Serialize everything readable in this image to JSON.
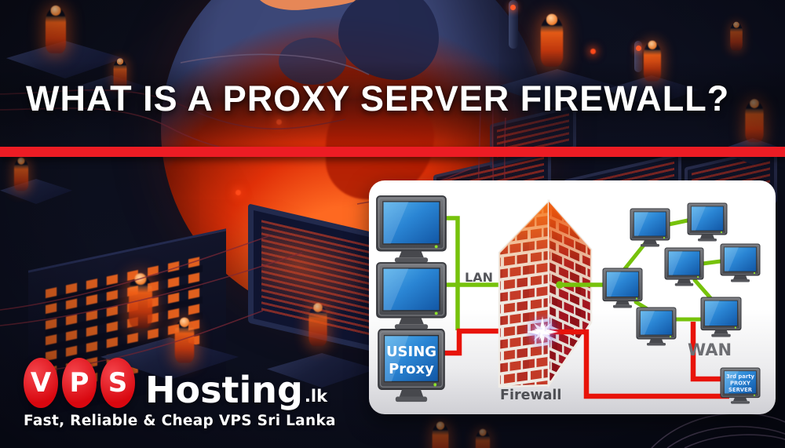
{
  "banner": {
    "title": "WHAT IS A PROXY SERVER FIREWALL?"
  },
  "diagram": {
    "lan_label": "LAN",
    "wan_label": "WAN",
    "firewall_label": "Firewall",
    "client_screen": {
      "line1": "USING",
      "line2": "Proxy"
    },
    "proxy_server_screen": {
      "line1": "3rd party",
      "line2": "PROXY",
      "line3": "SERVER"
    }
  },
  "logo": {
    "badge_letters": [
      "V",
      "P",
      "S"
    ],
    "name": "Hosting",
    "tld": ".lk",
    "tagline": "Fast, Reliable & Cheap VPS Sri Lanka"
  },
  "colors": {
    "accent_stripe": "#ec1c24",
    "allowed_line_green": "#76c20b",
    "blocked_line_red": "#e81309",
    "logo_badge_red": "#d8070f",
    "firewall_brick_orange": "#f77416",
    "firewall_brick_red": "#b32e23",
    "monitor_screen_blue": "#2a85d4"
  }
}
